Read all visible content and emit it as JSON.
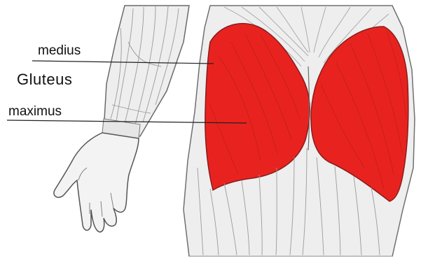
{
  "labels": {
    "group": "Gluteus",
    "upper": "medius",
    "lower": "maximus"
  },
  "colors": {
    "muscle_red": "#e8231f",
    "sketch_line": "#777777",
    "skin_fill": "#efefef",
    "background": "#ffffff"
  }
}
